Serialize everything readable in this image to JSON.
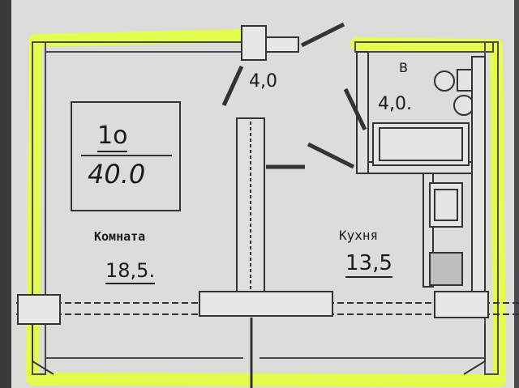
{
  "plan": {
    "badge": {
      "type": "1о",
      "total_area": "40.0"
    },
    "rooms": [
      {
        "id": "hall",
        "name": "",
        "area": "4,0"
      },
      {
        "id": "bathroom",
        "name": "В",
        "area": "4,0."
      },
      {
        "id": "living-room",
        "name": "Комната",
        "area": "18,5."
      },
      {
        "id": "kitchen",
        "name": "Кухня",
        "area": "13,5"
      }
    ]
  },
  "colors": {
    "paper": "#dcdcdb",
    "wall": "#555555",
    "highlight": "#e4ff3c"
  }
}
